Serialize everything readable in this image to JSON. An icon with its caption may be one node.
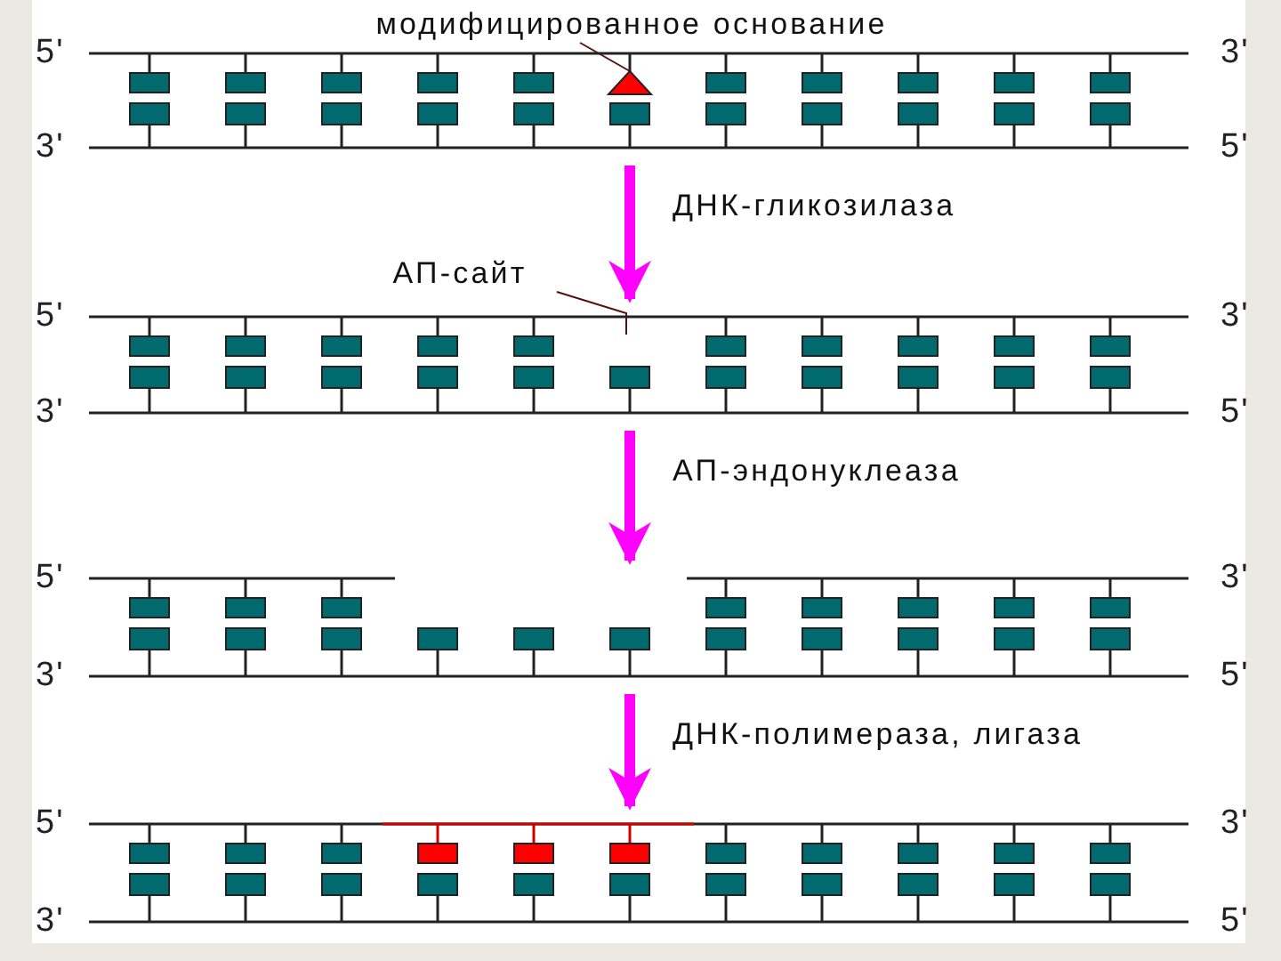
{
  "diagram": {
    "nodes": [
      {
        "text": [
          "5'",
          "3'",
          "3'",
          "5'"
        ]
      },
      {
        "text": [
          "модифицированное основание"
        ]
      },
      {
        "text": [],
        "shape": "triangle",
        "in": 0
      },
      {
        "text": [
          "5'",
          "3'",
          "3'",
          "5'"
        ]
      },
      {
        "text": [
          "АП-сайт"
        ]
      },
      {
        "text": [
          "5'",
          "3'",
          "3'",
          "5'"
        ]
      },
      {
        "text": [
          "5'",
          "3'",
          "3'",
          "5'"
        ]
      }
    ],
    "edges": [
      {
        "from": 1,
        "to": 2,
        "arrow": "none",
        "color": "#5a1010"
      },
      {
        "from": 0,
        "to": 3,
        "arrow": "to",
        "label": "ДНК-гликозилаза"
      },
      {
        "from": 4,
        "to": 3,
        "arrow": "none",
        "color": "#5a1010"
      },
      {
        "from": 3,
        "to": 5,
        "arrow": "to",
        "label": "АП-эндонуклеаза"
      },
      {
        "from": 5,
        "to": 6,
        "arrow": "to",
        "label": "ДНК-полимераза, лигаза"
      }
    ]
  }
}
